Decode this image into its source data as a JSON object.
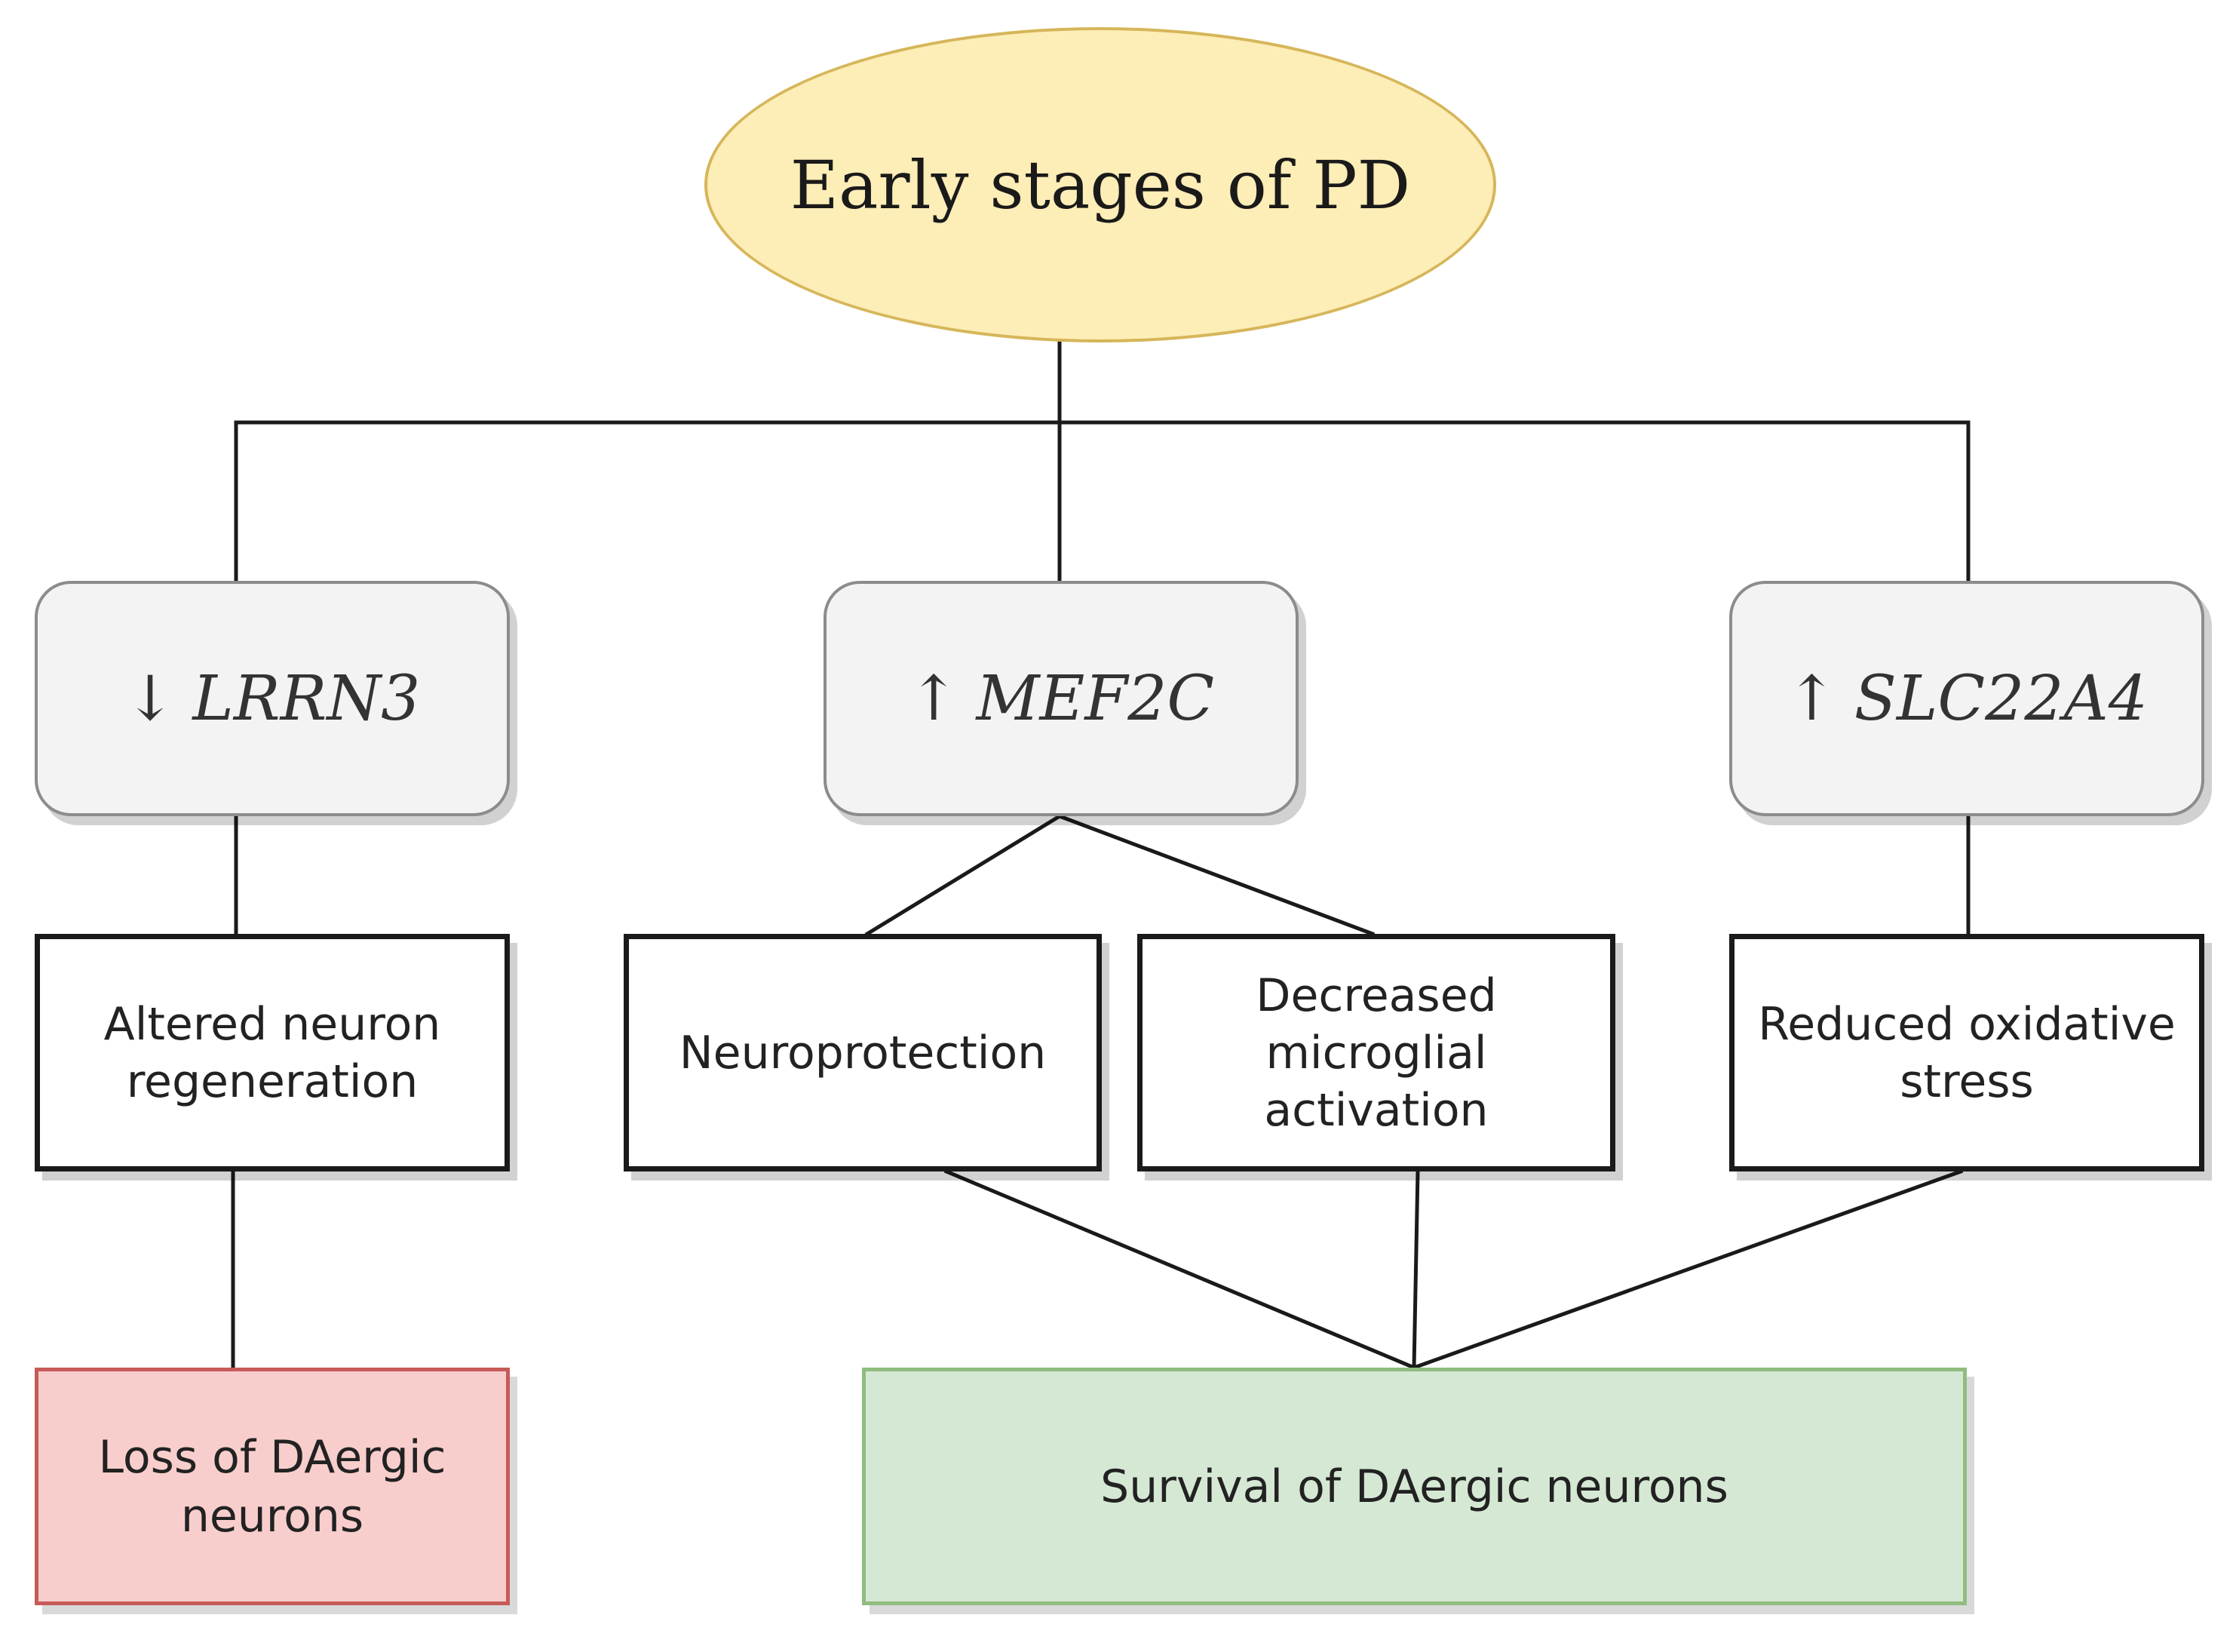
{
  "root": {
    "label": "Early stages of PD"
  },
  "genes": [
    {
      "arrow": "↓",
      "name": "LRRN3"
    },
    {
      "arrow": "↑",
      "name": "MEF2C"
    },
    {
      "arrow": "↑",
      "name": "SLC22A4"
    }
  ],
  "effects": [
    {
      "label": "Altered neuron\nregeneration"
    },
    {
      "label": "Neuroprotection"
    },
    {
      "label": "Decreased\nmicroglial\nactivation"
    },
    {
      "label": "Reduced oxidative\nstress"
    }
  ],
  "outcomes": [
    {
      "label": "Loss of DAergic\nneurons"
    },
    {
      "label": "Survival of DAergic neurons"
    }
  ],
  "colors": {
    "root_fill": "#fdedb6",
    "gene_fill": "#f3f3f3",
    "loss_fill": "#f8cecc",
    "survival_fill": "#d5e8d4",
    "line": "#1a1a1a"
  }
}
